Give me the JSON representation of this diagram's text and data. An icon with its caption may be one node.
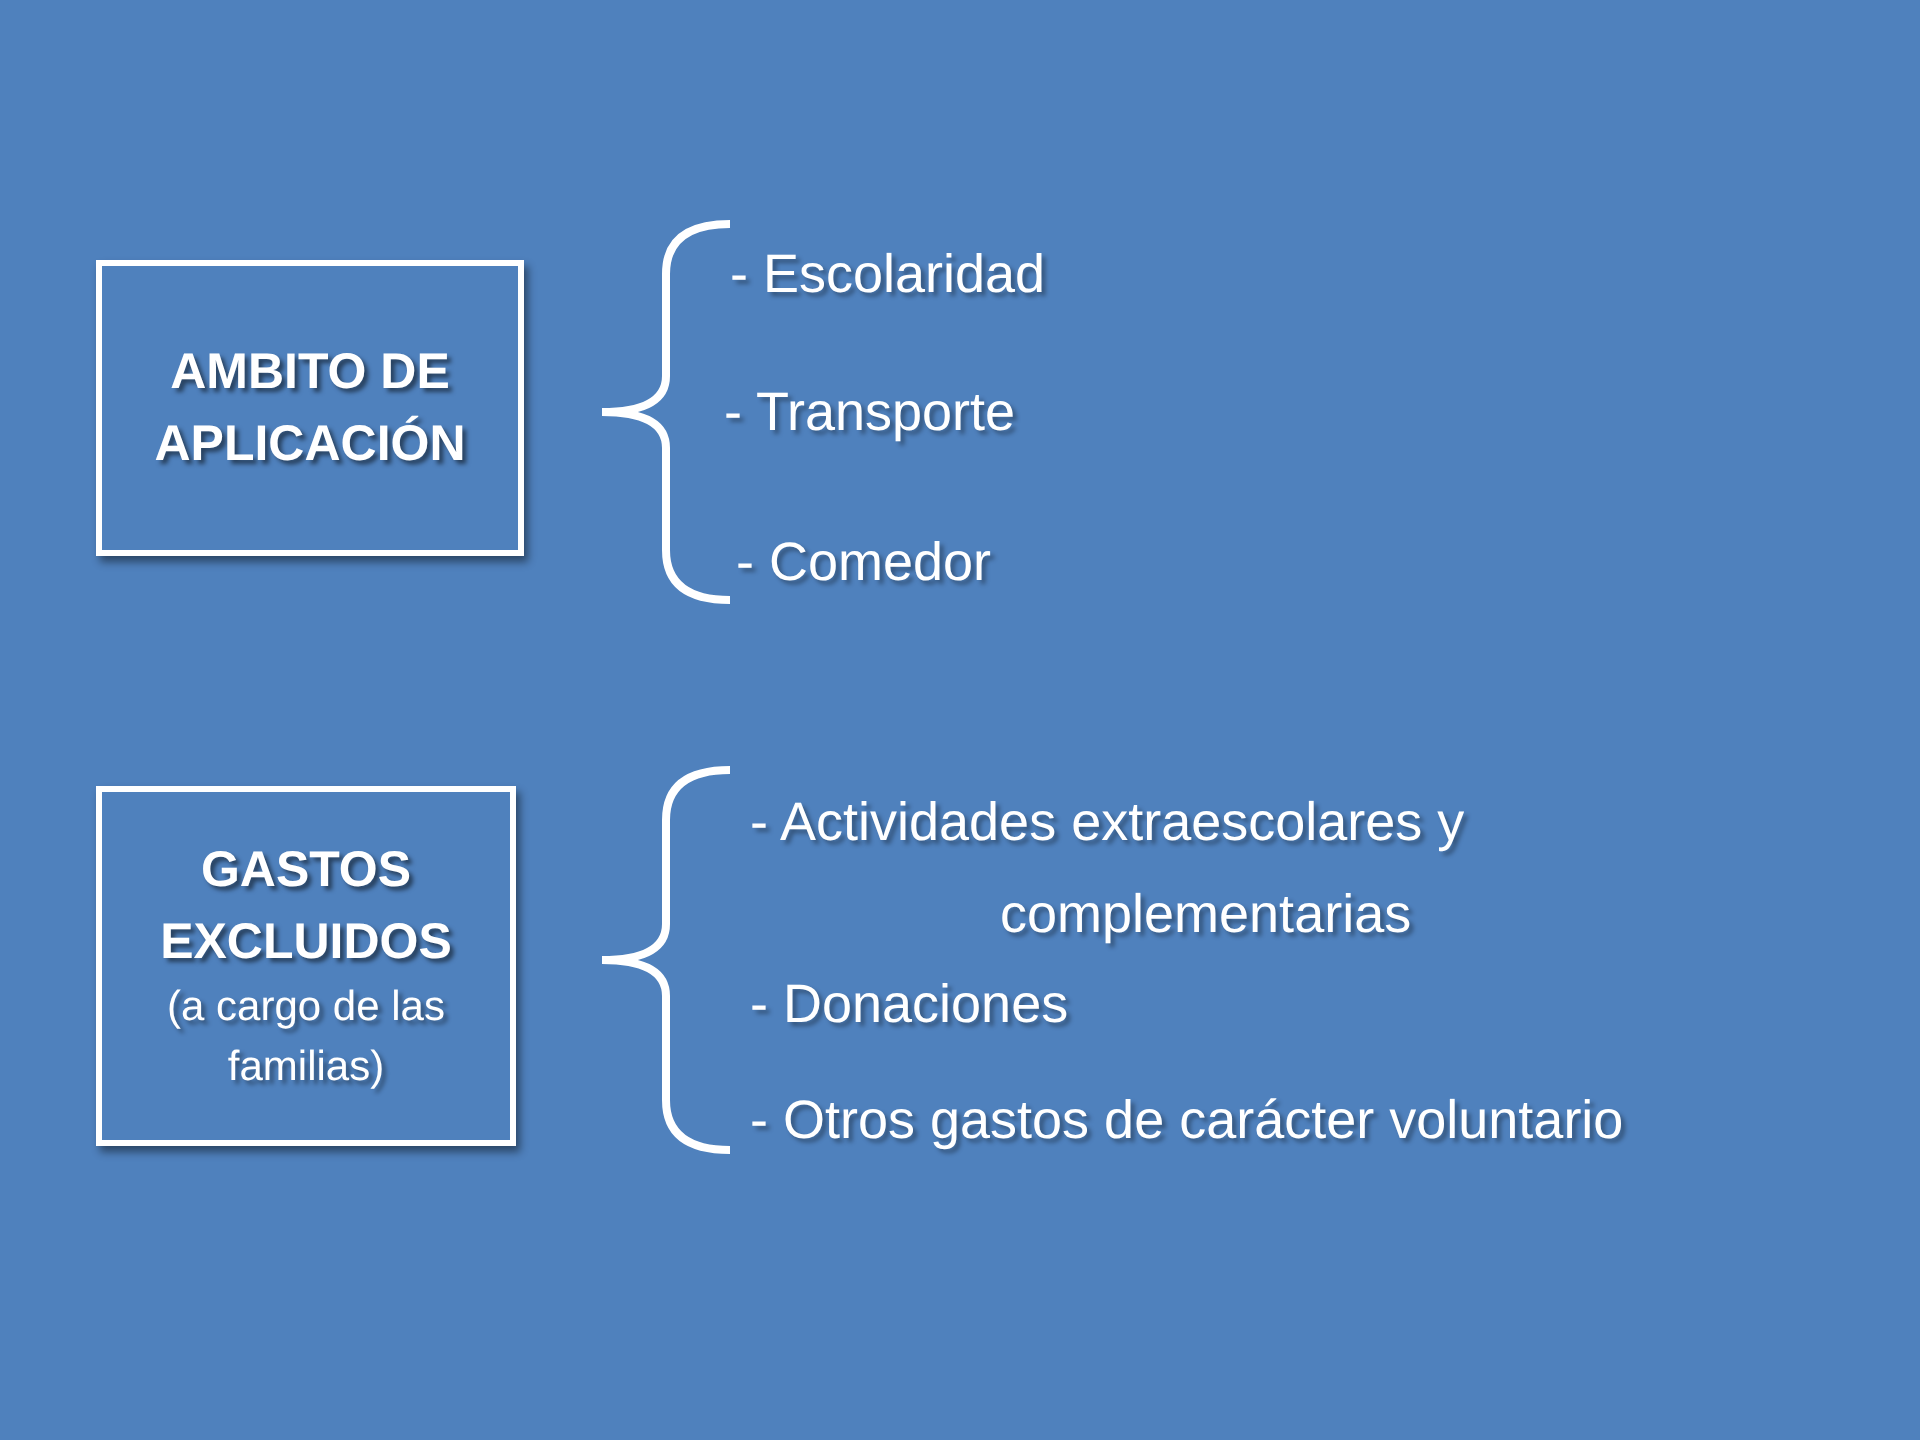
{
  "diagram": {
    "nodes": [
      {
        "text": [
          "AMBITO DE APLICACIÓN"
        ]
      },
      {
        "text": [
          "GASTOS EXCLUIDOS",
          "(a cargo de las familias)"
        ]
      }
    ],
    "edges": [],
    "labels": [
      "- Escolaridad",
      "- Transporte",
      "- Comedor",
      "- Actividades extraescolares y complementarias",
      "- Donaciones",
      "- Otros gastos de carácter voluntario"
    ]
  }
}
